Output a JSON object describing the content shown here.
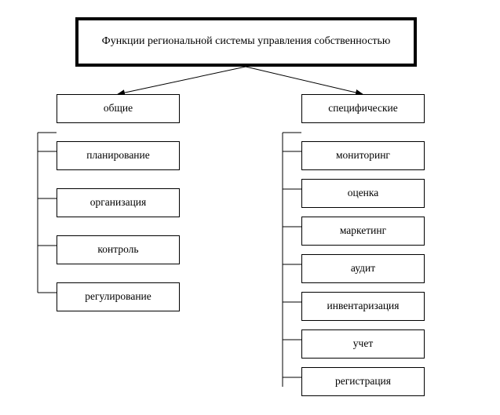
{
  "title": "Функции региональной системы управления собственностью",
  "left": {
    "header": "общие",
    "items": [
      "планирование",
      "организация",
      "контроль",
      "регулирование"
    ]
  },
  "right": {
    "header": "специфические",
    "items": [
      "мониторинг",
      "оценка",
      "маркетинг",
      "аудит",
      "инвентаризация",
      "учет",
      "регистрация"
    ]
  }
}
